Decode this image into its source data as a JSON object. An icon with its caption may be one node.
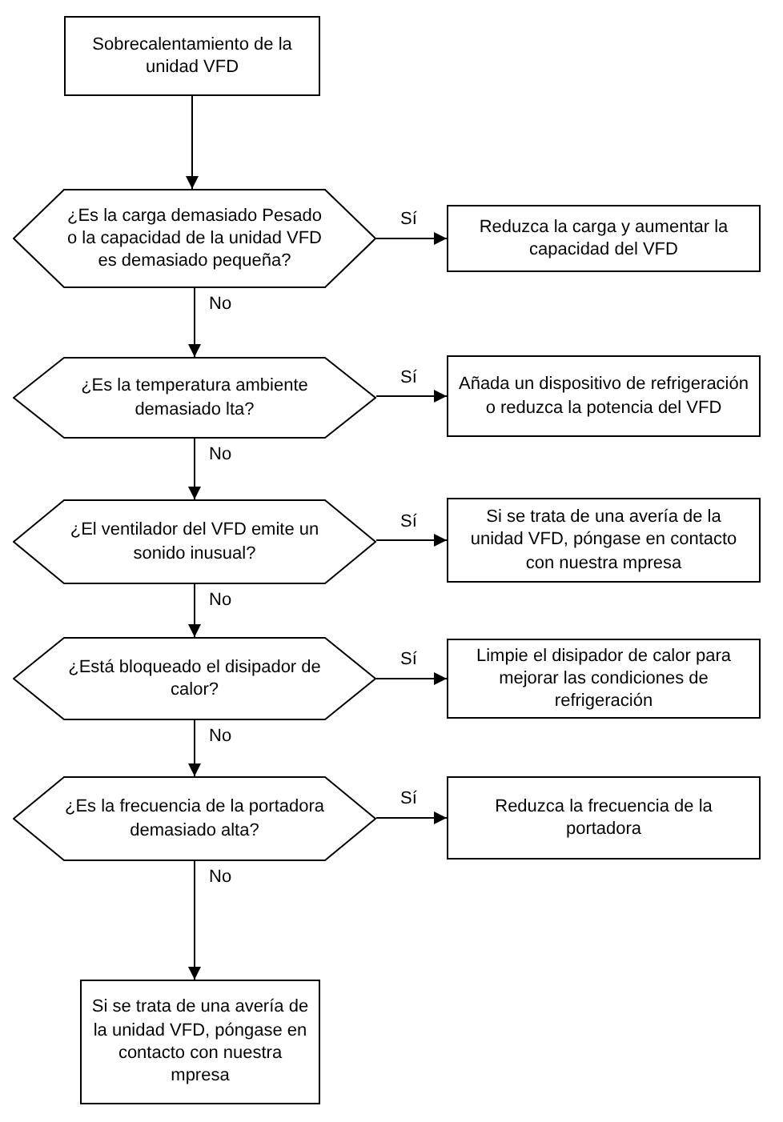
{
  "diagram": {
    "nodes": [
      {
        "text": [
          "Sobrecalentamiento de la unidad VFD"
        ]
      },
      {
        "text": [
          "¿Es la carga demasiado Pesado o la capacidad de la unidad VFD es demasiado pequeña?"
        ]
      },
      {
        "text": [
          "Reduzca la carga y aumentar la capacidad del VFD"
        ]
      },
      {
        "text": [
          "¿Es la temperatura ambiente demasiado lta?"
        ]
      },
      {
        "text": [
          "Añada un dispositivo de refrigeración o reduzca la potencia del VFD"
        ]
      },
      {
        "text": [
          "¿El ventilador del VFD emite un sonido inusual?"
        ]
      },
      {
        "text": [
          "Si se trata de una avería de la unidad VFD, póngase en contacto con nuestra mpresa"
        ]
      },
      {
        "text": [
          "¿Está bloqueado el disipador de calor?"
        ]
      },
      {
        "text": [
          "Limpie el disipador de calor para mejorar las condiciones de refrigeración"
        ]
      },
      {
        "text": [
          "¿Es la frecuencia de la portadora demasiado alta?"
        ]
      },
      {
        "text": [
          "Reduzca la frecuencia de la portadora"
        ]
      },
      {
        "text": [
          "Si se trata de una avería de la unidad VFD, póngase en contacto con nuestra mpresa"
        ]
      }
    ],
    "edges": [
      {
        "from": 0,
        "to": 1,
        "arrow": "to"
      },
      {
        "from": 1,
        "to": 2,
        "arrow": "to",
        "label": "Sí"
      },
      {
        "from": 1,
        "to": 3,
        "arrow": "to",
        "label": "No"
      },
      {
        "from": 3,
        "to": 4,
        "arrow": "to",
        "label": "Sí"
      },
      {
        "from": 3,
        "to": 5,
        "arrow": "to",
        "label": "No"
      },
      {
        "from": 5,
        "to": 6,
        "arrow": "to",
        "label": "Sí"
      },
      {
        "from": 5,
        "to": 7,
        "arrow": "to",
        "label": "No"
      },
      {
        "from": 7,
        "to": 8,
        "arrow": "to",
        "label": "Sí"
      },
      {
        "from": 7,
        "to": 9,
        "arrow": "to",
        "label": "No"
      },
      {
        "from": 9,
        "to": 10,
        "arrow": "to",
        "label": "Sí"
      },
      {
        "from": 9,
        "to": 11,
        "arrow": "to",
        "label": "No"
      }
    ]
  }
}
